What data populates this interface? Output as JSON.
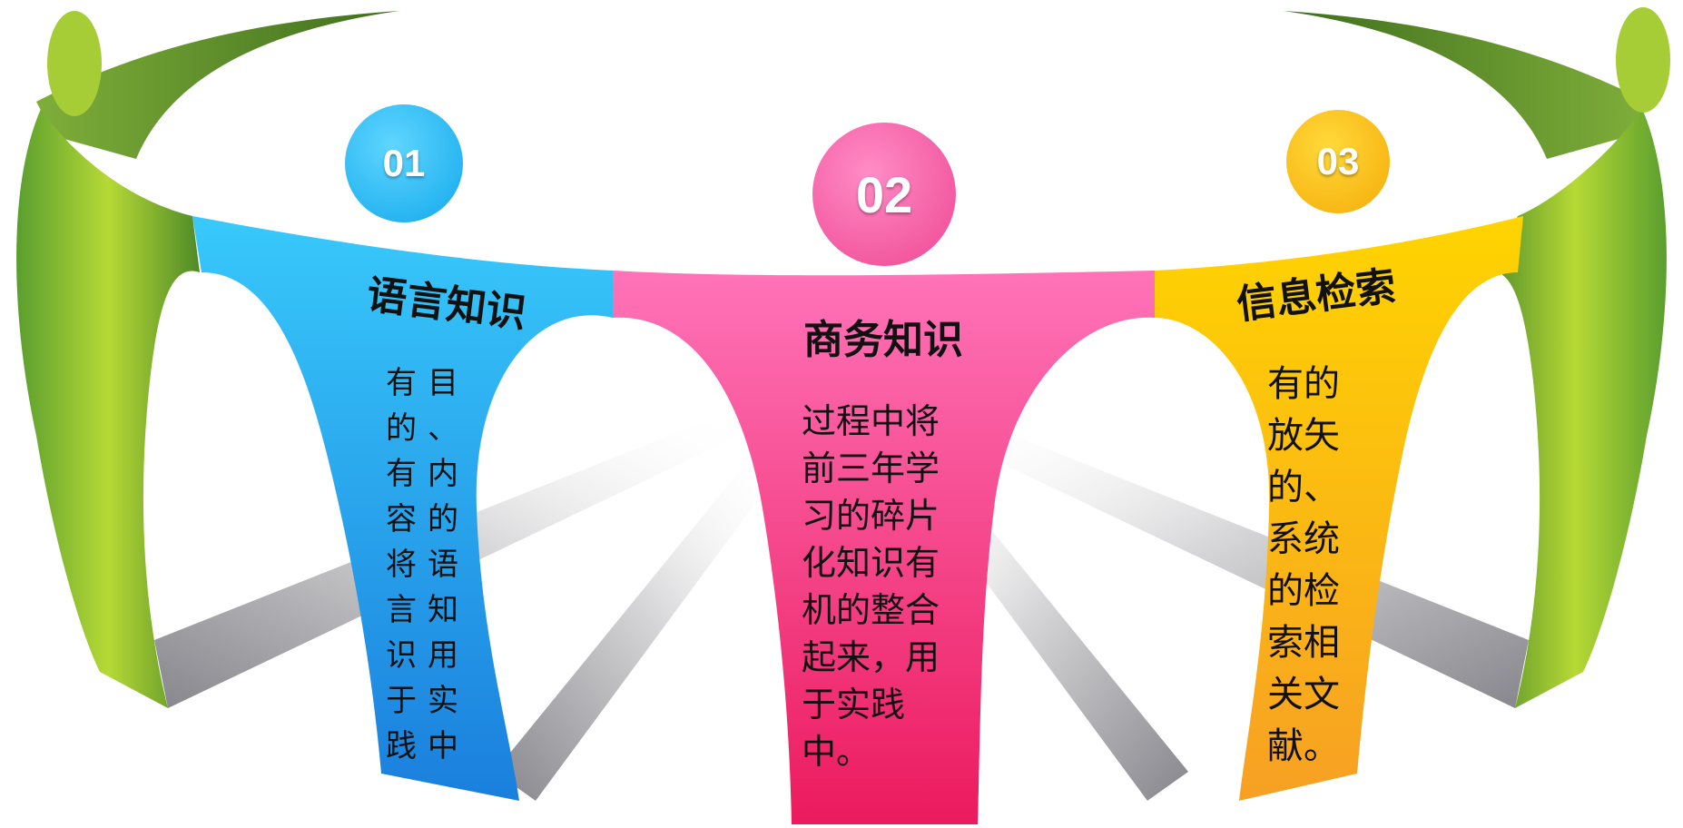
{
  "items": [
    {
      "number": "01",
      "title": "语言知识",
      "body": "有目的、有内容的将语言知识用于实践中",
      "color": "#33c6f5",
      "color_dark": "#1a86e0"
    },
    {
      "number": "02",
      "title": "商务知识",
      "body": "过程中将前三年学习的碎片化知识有机的整合起来，用于实践中。",
      "color": "#ff5fae",
      "color_dark": "#ec1c62"
    },
    {
      "number": "03",
      "title": "信息检索",
      "body": "有的放矢的、系统的检索相关文献。",
      "color": "#ffd000",
      "color_dark": "#f7a521"
    }
  ],
  "figures_color": "#8cc63f"
}
